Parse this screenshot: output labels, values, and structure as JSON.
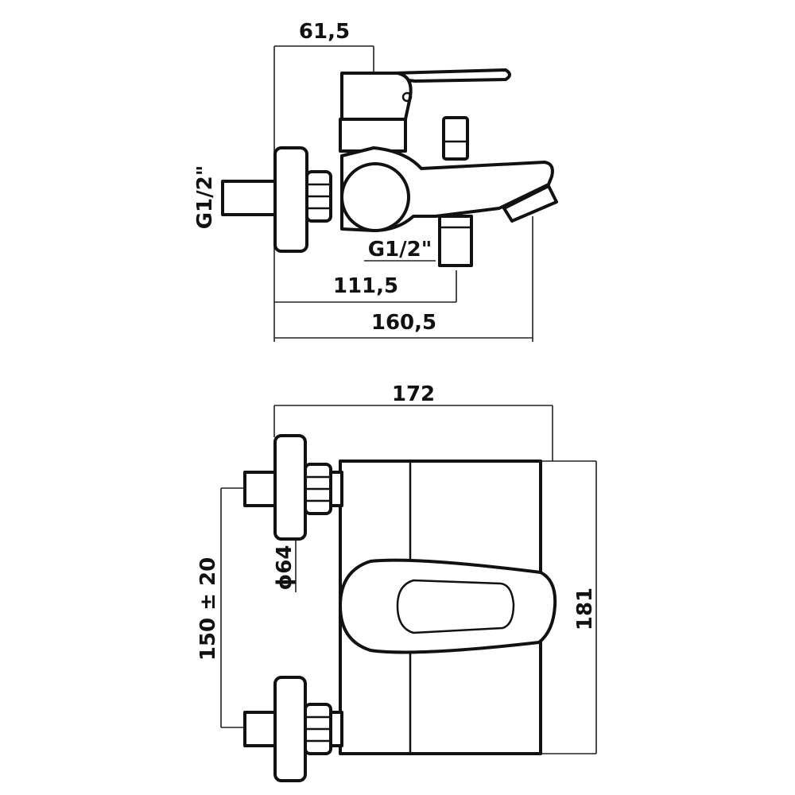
{
  "side_view": {
    "dim_top": "61,5",
    "thread_wall": "G1/2\"",
    "thread_outlet": "G1/2\"",
    "dim_outlet": "111,5",
    "dim_overall": "160,5"
  },
  "front_view": {
    "dim_width": "172",
    "dim_height": "181",
    "dim_flange_diameter": "ϕ64",
    "dim_centers": "150 ± 20"
  }
}
